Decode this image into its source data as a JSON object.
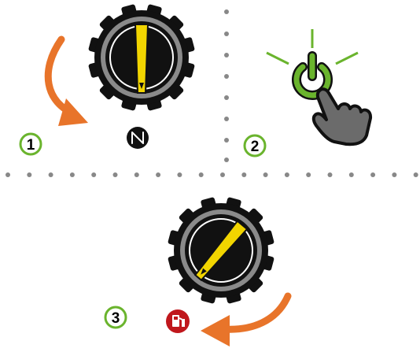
{
  "steps": [
    {
      "number": "1",
      "action": "turn-knob-to-off",
      "icon": "engine-stop-icon"
    },
    {
      "number": "2",
      "action": "press-power-button",
      "icon": "power-icon"
    },
    {
      "number": "3",
      "action": "turn-knob-to-fuel",
      "icon": "fuel-pump-icon"
    }
  ],
  "colors": {
    "knob_body": "#111111",
    "knob_ring": "#8a8a8a",
    "pointer": "#f2d500",
    "arrow": "#e8742a",
    "step_badge_border": "#6ab42d",
    "power_icon": "#6ab42d",
    "stop_badge": "#111111",
    "fuel_badge": "#c0171c",
    "hand": "#6b6b6b",
    "divider_dots": "#888888"
  }
}
